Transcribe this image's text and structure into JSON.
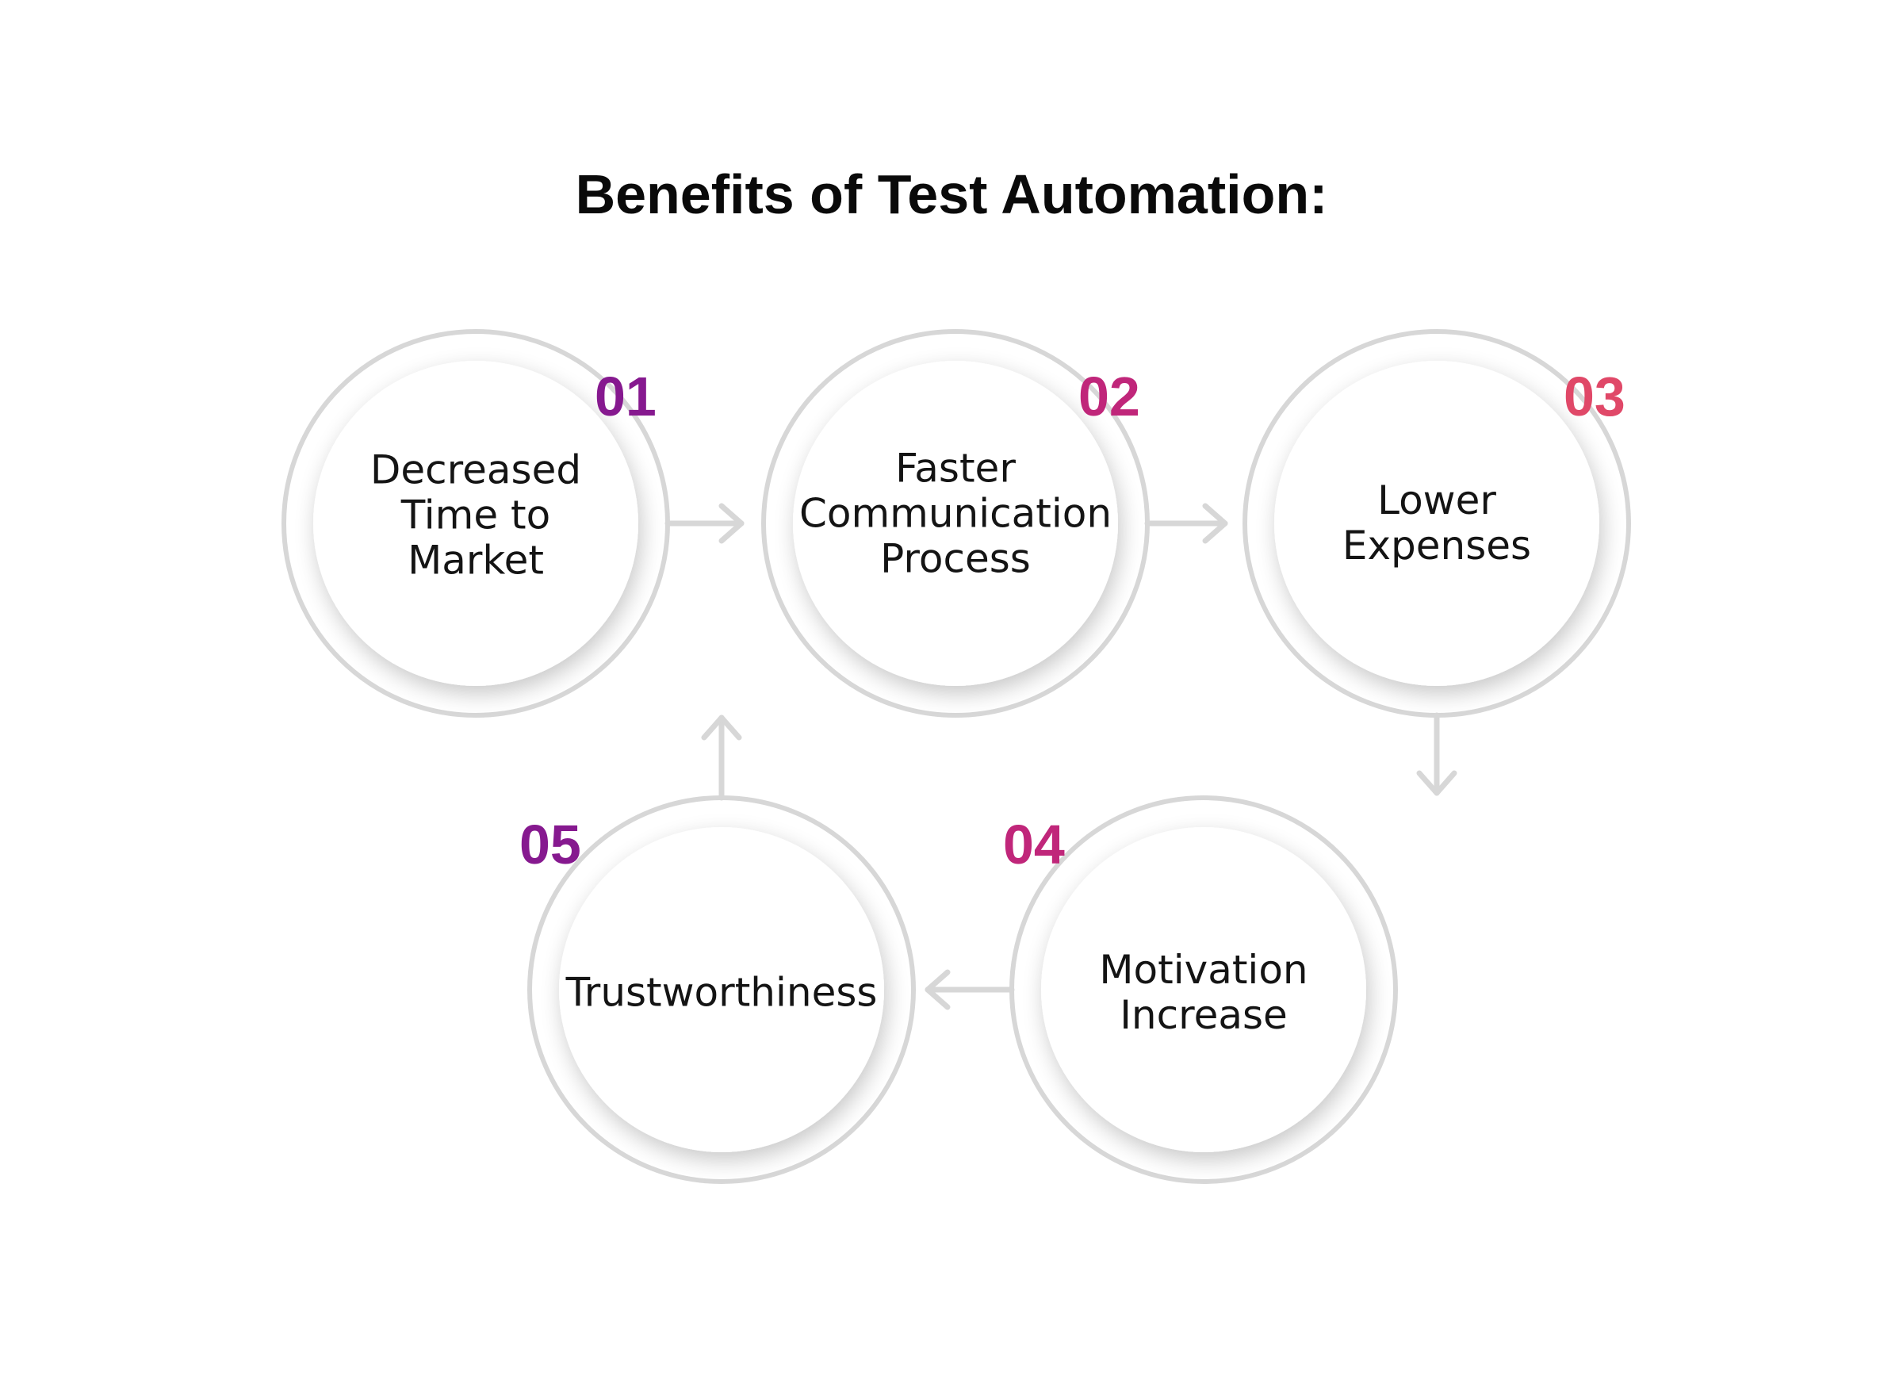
{
  "title": "Benefits of Test Automation:",
  "colors": {
    "step_01": "#86198f",
    "step_02": "#c0267a",
    "step_03": "#e04868",
    "step_04": "#c0267a",
    "step_05": "#86198f"
  },
  "steps": [
    {
      "number": "01",
      "lines": [
        "Decreased",
        "Time to",
        "Market"
      ]
    },
    {
      "number": "02",
      "lines": [
        "Faster",
        "Communication",
        "Process"
      ]
    },
    {
      "number": "03",
      "lines": [
        "Lower",
        "Expenses"
      ]
    },
    {
      "number": "04",
      "lines": [
        "Motivation",
        "Increase"
      ]
    },
    {
      "number": "05",
      "lines": [
        "Trustworthiness"
      ]
    }
  ]
}
